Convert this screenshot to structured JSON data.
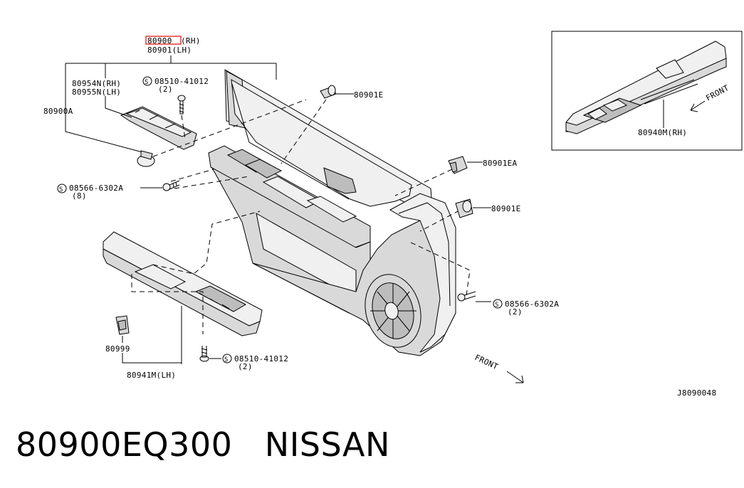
{
  "labels": {
    "part_80900": "80900",
    "part_80900_side": "(RH)",
    "part_80901_lh": "80901(LH)",
    "part_80954n": "80954N(RH)",
    "part_80955n": "80955N(LH)",
    "screw_top": "08510-41012",
    "screw_top_qty": "(2)",
    "part_80900a": "80900A",
    "part_80901e_top": "80901E",
    "part_80901ea": "80901EA",
    "part_80901e_mid": "80901E",
    "screw_left": "08566-6302A",
    "screw_left_qty": "(8)",
    "screw_right": "08566-6302A",
    "screw_right_qty": "(2)",
    "part_80999": "80999",
    "screw_bottom": "08510-41012",
    "screw_bottom_qty": "(2)",
    "part_80941m": "80941M(LH)",
    "part_80940m": "80940M(RH)",
    "front_inset": "FRONT",
    "front_main": "FRONT",
    "diagram_code": "J8090048",
    "s_symbol": "S"
  },
  "caption": {
    "part_number": "80900EQ300",
    "brand": "NISSAN"
  },
  "colors": {
    "highlight": "#e53935"
  }
}
